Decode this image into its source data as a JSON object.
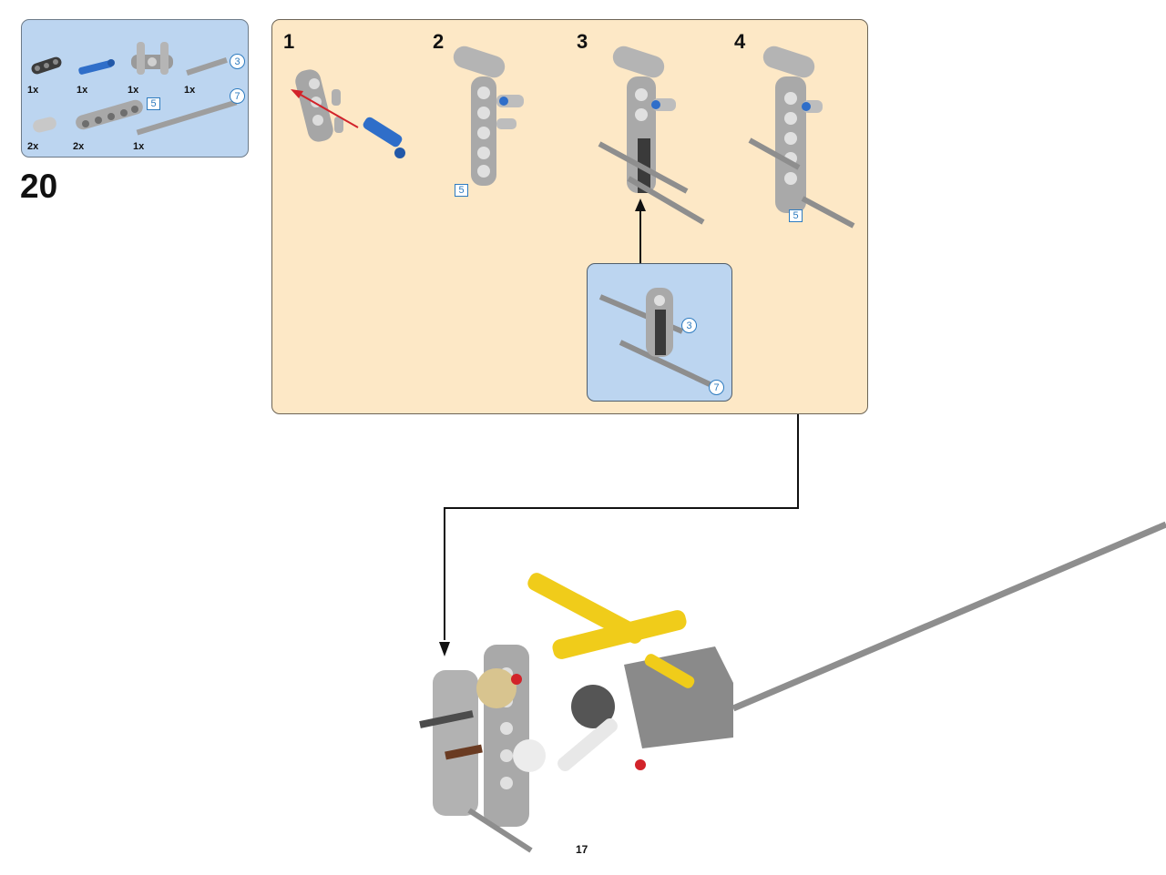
{
  "step_number": "20",
  "page_number": "17",
  "parts_list": {
    "items": [
      {
        "qty": "1x",
        "part": "connector-icon"
      },
      {
        "qty": "1x",
        "part": "blue-pin-icon"
      },
      {
        "qty": "1x",
        "part": "cross-connector-icon"
      },
      {
        "qty": "1x",
        "part": "axle-3-icon",
        "length": "3"
      },
      {
        "qty": "2x",
        "part": "bush-icon"
      },
      {
        "qty": "2x",
        "part": "beam-5-icon",
        "length": "5"
      },
      {
        "qty": "1x",
        "part": "axle-7-icon",
        "length": "7"
      }
    ]
  },
  "substeps": [
    {
      "number": "1"
    },
    {
      "number": "2",
      "beam_length": "5"
    },
    {
      "number": "3"
    },
    {
      "number": "4",
      "beam_length": "5"
    }
  ],
  "callout": {
    "axle_a": "3",
    "axle_b": "7"
  },
  "colors": {
    "parts_bg": "#bcd5f0",
    "panel_bg": "#fde8c6",
    "callout_bg": "#bcd5f0",
    "length_badge": "#2e7bbf",
    "arrow_red": "#d2232a"
  }
}
